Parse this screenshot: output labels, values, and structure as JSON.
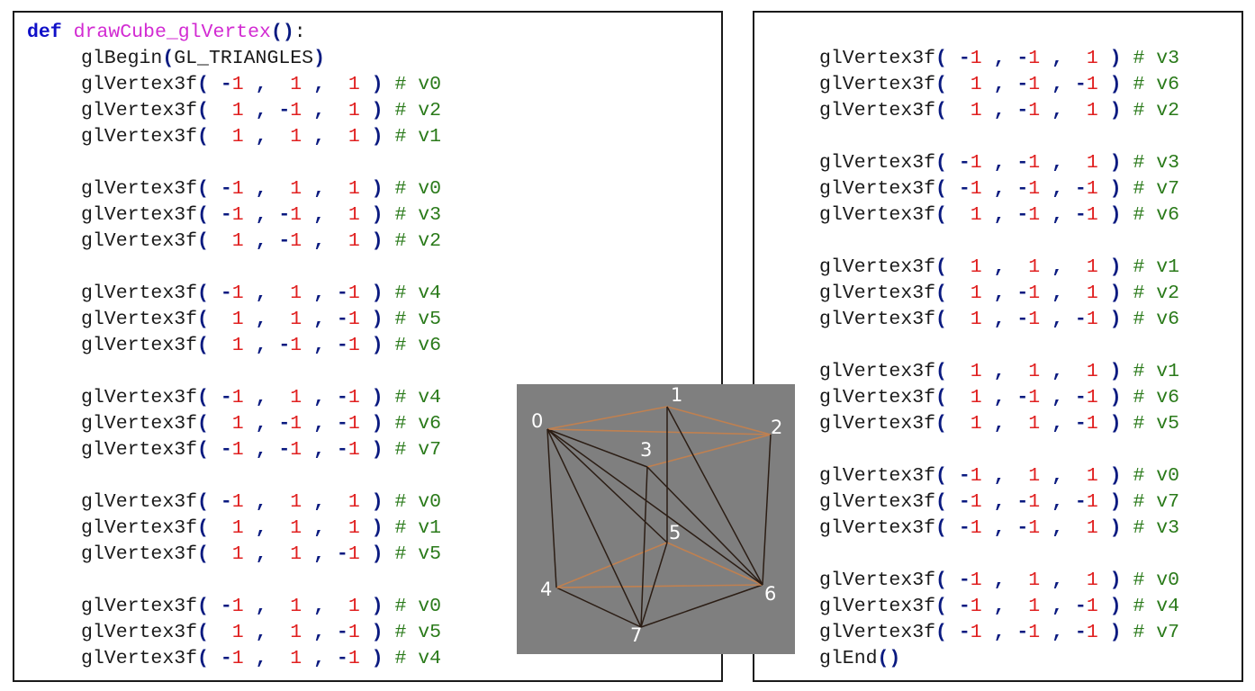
{
  "header": {
    "def_keyword": "def",
    "function_name": "drawCube_glVertex",
    "paren_open": "(",
    "paren_close": ")",
    "colon": ":"
  },
  "begin": {
    "call": "glBegin",
    "paren_open": "(",
    "arg": "GL_TRIANGLES",
    "paren_close": ")"
  },
  "end": {
    "call": "glEnd",
    "parens": "()"
  },
  "vertex_call": "glVertex3f",
  "left_triangles": [
    [
      {
        "x": "-1",
        "y": "1",
        "z": "1",
        "comment": "# v0"
      },
      {
        "x": "1",
        "y": "-1",
        "z": "1",
        "comment": "# v2"
      },
      {
        "x": "1",
        "y": "1",
        "z": "1",
        "comment": "# v1"
      }
    ],
    [
      {
        "x": "-1",
        "y": "1",
        "z": "1",
        "comment": "# v0"
      },
      {
        "x": "-1",
        "y": "-1",
        "z": "1",
        "comment": "# v3"
      },
      {
        "x": "1",
        "y": "-1",
        "z": "1",
        "comment": "# v2"
      }
    ],
    [
      {
        "x": "-1",
        "y": "1",
        "z": "-1",
        "comment": "# v4"
      },
      {
        "x": "1",
        "y": "1",
        "z": "-1",
        "comment": "# v5"
      },
      {
        "x": "1",
        "y": "-1",
        "z": "-1",
        "comment": "# v6"
      }
    ],
    [
      {
        "x": "-1",
        "y": "1",
        "z": "-1",
        "comment": "# v4"
      },
      {
        "x": "1",
        "y": "-1",
        "z": "-1",
        "comment": "# v6"
      },
      {
        "x": "-1",
        "y": "-1",
        "z": "-1",
        "comment": "# v7"
      }
    ],
    [
      {
        "x": "-1",
        "y": "1",
        "z": "1",
        "comment": "# v0"
      },
      {
        "x": "1",
        "y": "1",
        "z": "1",
        "comment": "# v1"
      },
      {
        "x": "1",
        "y": "1",
        "z": "-1",
        "comment": "# v5"
      }
    ],
    [
      {
        "x": "-1",
        "y": "1",
        "z": "1",
        "comment": "# v0"
      },
      {
        "x": "1",
        "y": "1",
        "z": "-1",
        "comment": "# v5"
      },
      {
        "x": "-1",
        "y": "1",
        "z": "-1",
        "comment": "# v4"
      }
    ]
  ],
  "right_triangles": [
    [
      {
        "x": "-1",
        "y": "-1",
        "z": "1",
        "comment": "# v3"
      },
      {
        "x": "1",
        "y": "-1",
        "z": "-1",
        "comment": "# v6"
      },
      {
        "x": "1",
        "y": "-1",
        "z": "1",
        "comment": "# v2"
      }
    ],
    [
      {
        "x": "-1",
        "y": "-1",
        "z": "1",
        "comment": "# v3"
      },
      {
        "x": "-1",
        "y": "-1",
        "z": "-1",
        "comment": "# v7"
      },
      {
        "x": "1",
        "y": "-1",
        "z": "-1",
        "comment": "# v6"
      }
    ],
    [
      {
        "x": "1",
        "y": "1",
        "z": "1",
        "comment": "# v1"
      },
      {
        "x": "1",
        "y": "-1",
        "z": "1",
        "comment": "# v2"
      },
      {
        "x": "1",
        "y": "-1",
        "z": "-1",
        "comment": "# v6"
      }
    ],
    [
      {
        "x": "1",
        "y": "1",
        "z": "1",
        "comment": "# v1"
      },
      {
        "x": "1",
        "y": "-1",
        "z": "-1",
        "comment": "# v6"
      },
      {
        "x": "1",
        "y": "1",
        "z": "-1",
        "comment": "# v5"
      }
    ],
    [
      {
        "x": "-1",
        "y": "1",
        "z": "1",
        "comment": "# v0"
      },
      {
        "x": "-1",
        "y": "-1",
        "z": "-1",
        "comment": "# v7"
      },
      {
        "x": "-1",
        "y": "-1",
        "z": "1",
        "comment": "# v3"
      }
    ],
    [
      {
        "x": "-1",
        "y": "1",
        "z": "1",
        "comment": "# v0"
      },
      {
        "x": "-1",
        "y": "1",
        "z": "-1",
        "comment": "# v4"
      },
      {
        "x": "-1",
        "y": "-1",
        "z": "-1",
        "comment": "# v7"
      }
    ]
  ],
  "cube_figure": {
    "vertex_labels": [
      "0",
      "1",
      "2",
      "3",
      "4",
      "5",
      "6",
      "7"
    ],
    "background_color": "#7f7f7f",
    "edge_color": "#2b1d14",
    "highlight_edge_color": "#c08050"
  }
}
